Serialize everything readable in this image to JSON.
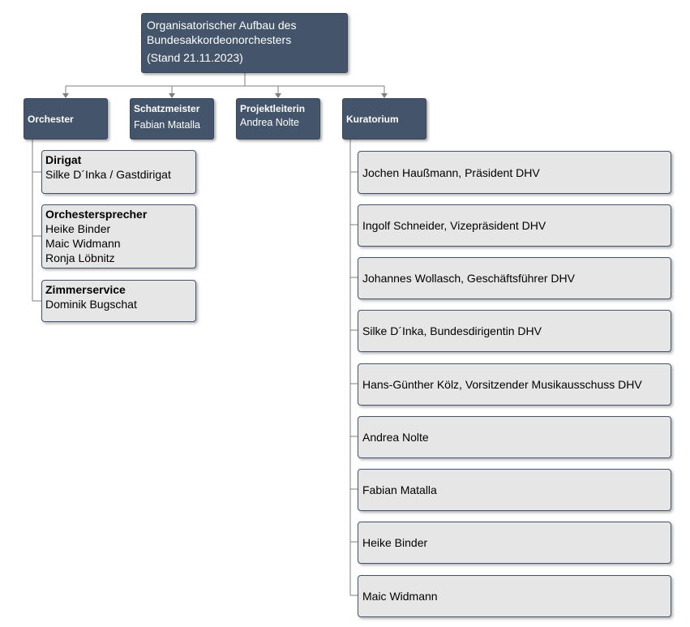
{
  "root": {
    "title": "Organisatorischer Aufbau des Bundesakkordeonorchesters",
    "stand": "(Stand 21.11.2023)"
  },
  "orchester": {
    "label": "Orchester",
    "groups": [
      {
        "title": "Dirigat",
        "members": [
          "Silke D´Inka / Gastdirigat"
        ]
      },
      {
        "title": "Orchestersprecher",
        "members": [
          "Heike Binder",
          "Maic Widmann",
          "Ronja Löbnitz"
        ]
      },
      {
        "title": "Zimmerservice",
        "members": [
          "Dominik Bugschat"
        ]
      }
    ]
  },
  "schatzmeister": {
    "label": "Schatzmeister",
    "name": "Fabian Matalla"
  },
  "projektleiterin": {
    "label": "Projektleiterin",
    "name": "Andrea Nolte"
  },
  "kuratorium": {
    "label": "Kuratorium",
    "members": [
      "Jochen Haußmann, Präsident DHV",
      "Ingolf Schneider, Vizepräsident DHV",
      "Johannes Wollasch, Geschäftsführer DHV",
      "Silke D´Inka, Bundesdirigentin DHV",
      "Hans-Günther Kölz, Vorsitzender Musikausschuss DHV",
      "Andrea Nolte",
      "Fabian Matalla",
      "Heike Binder",
      "Maic Widmann"
    ]
  },
  "colors": {
    "dark_box": "#44546a",
    "light_box": "#e7e6e6",
    "connector": "#7f7f7f"
  }
}
